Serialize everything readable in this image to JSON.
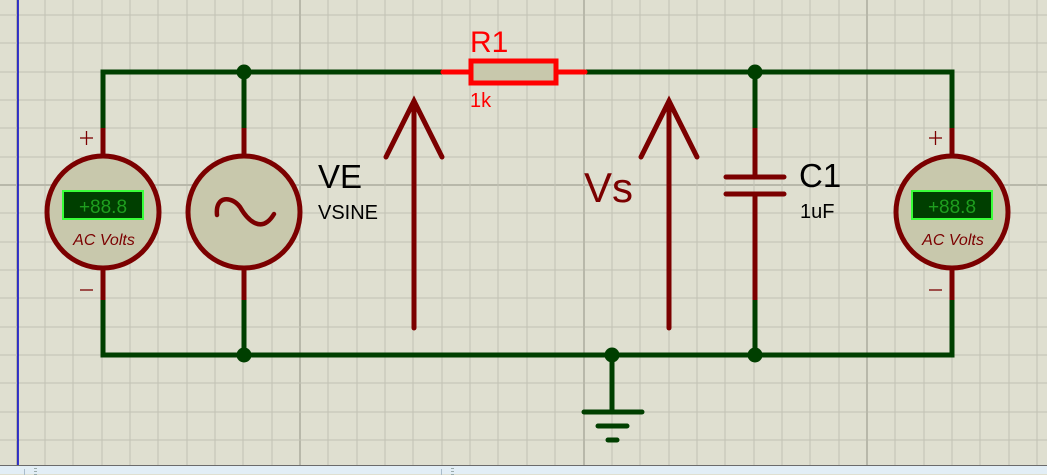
{
  "colors": {
    "background": "#dfdfd0",
    "grid_minor": "#c2c2b4",
    "grid_major": "#b8b8aa",
    "origin_line": "#0000c8",
    "wire": "#003f00",
    "component": "#7b0000",
    "component_fill": "#c8c8ac",
    "selected": "#ff0000",
    "label_text": "#000000",
    "meter_display_bg": "#003f00",
    "meter_display_border": "#39ff39",
    "meter_display_text": "#1e9e1e"
  },
  "components": {
    "r1": {
      "ref": "R1",
      "value": "1k"
    },
    "ve": {
      "ref": "VE",
      "value": "VSINE"
    },
    "c1": {
      "ref": "C1",
      "value": "1uF"
    },
    "vm_left": {
      "display": "+88.8",
      "label": "AC Volts",
      "plus": "+",
      "minus": "−"
    },
    "vm_right": {
      "display": "+88.8",
      "label": "AC Volts",
      "plus": "+",
      "minus": "−"
    }
  },
  "annotations": {
    "vs_label": "Vs"
  }
}
